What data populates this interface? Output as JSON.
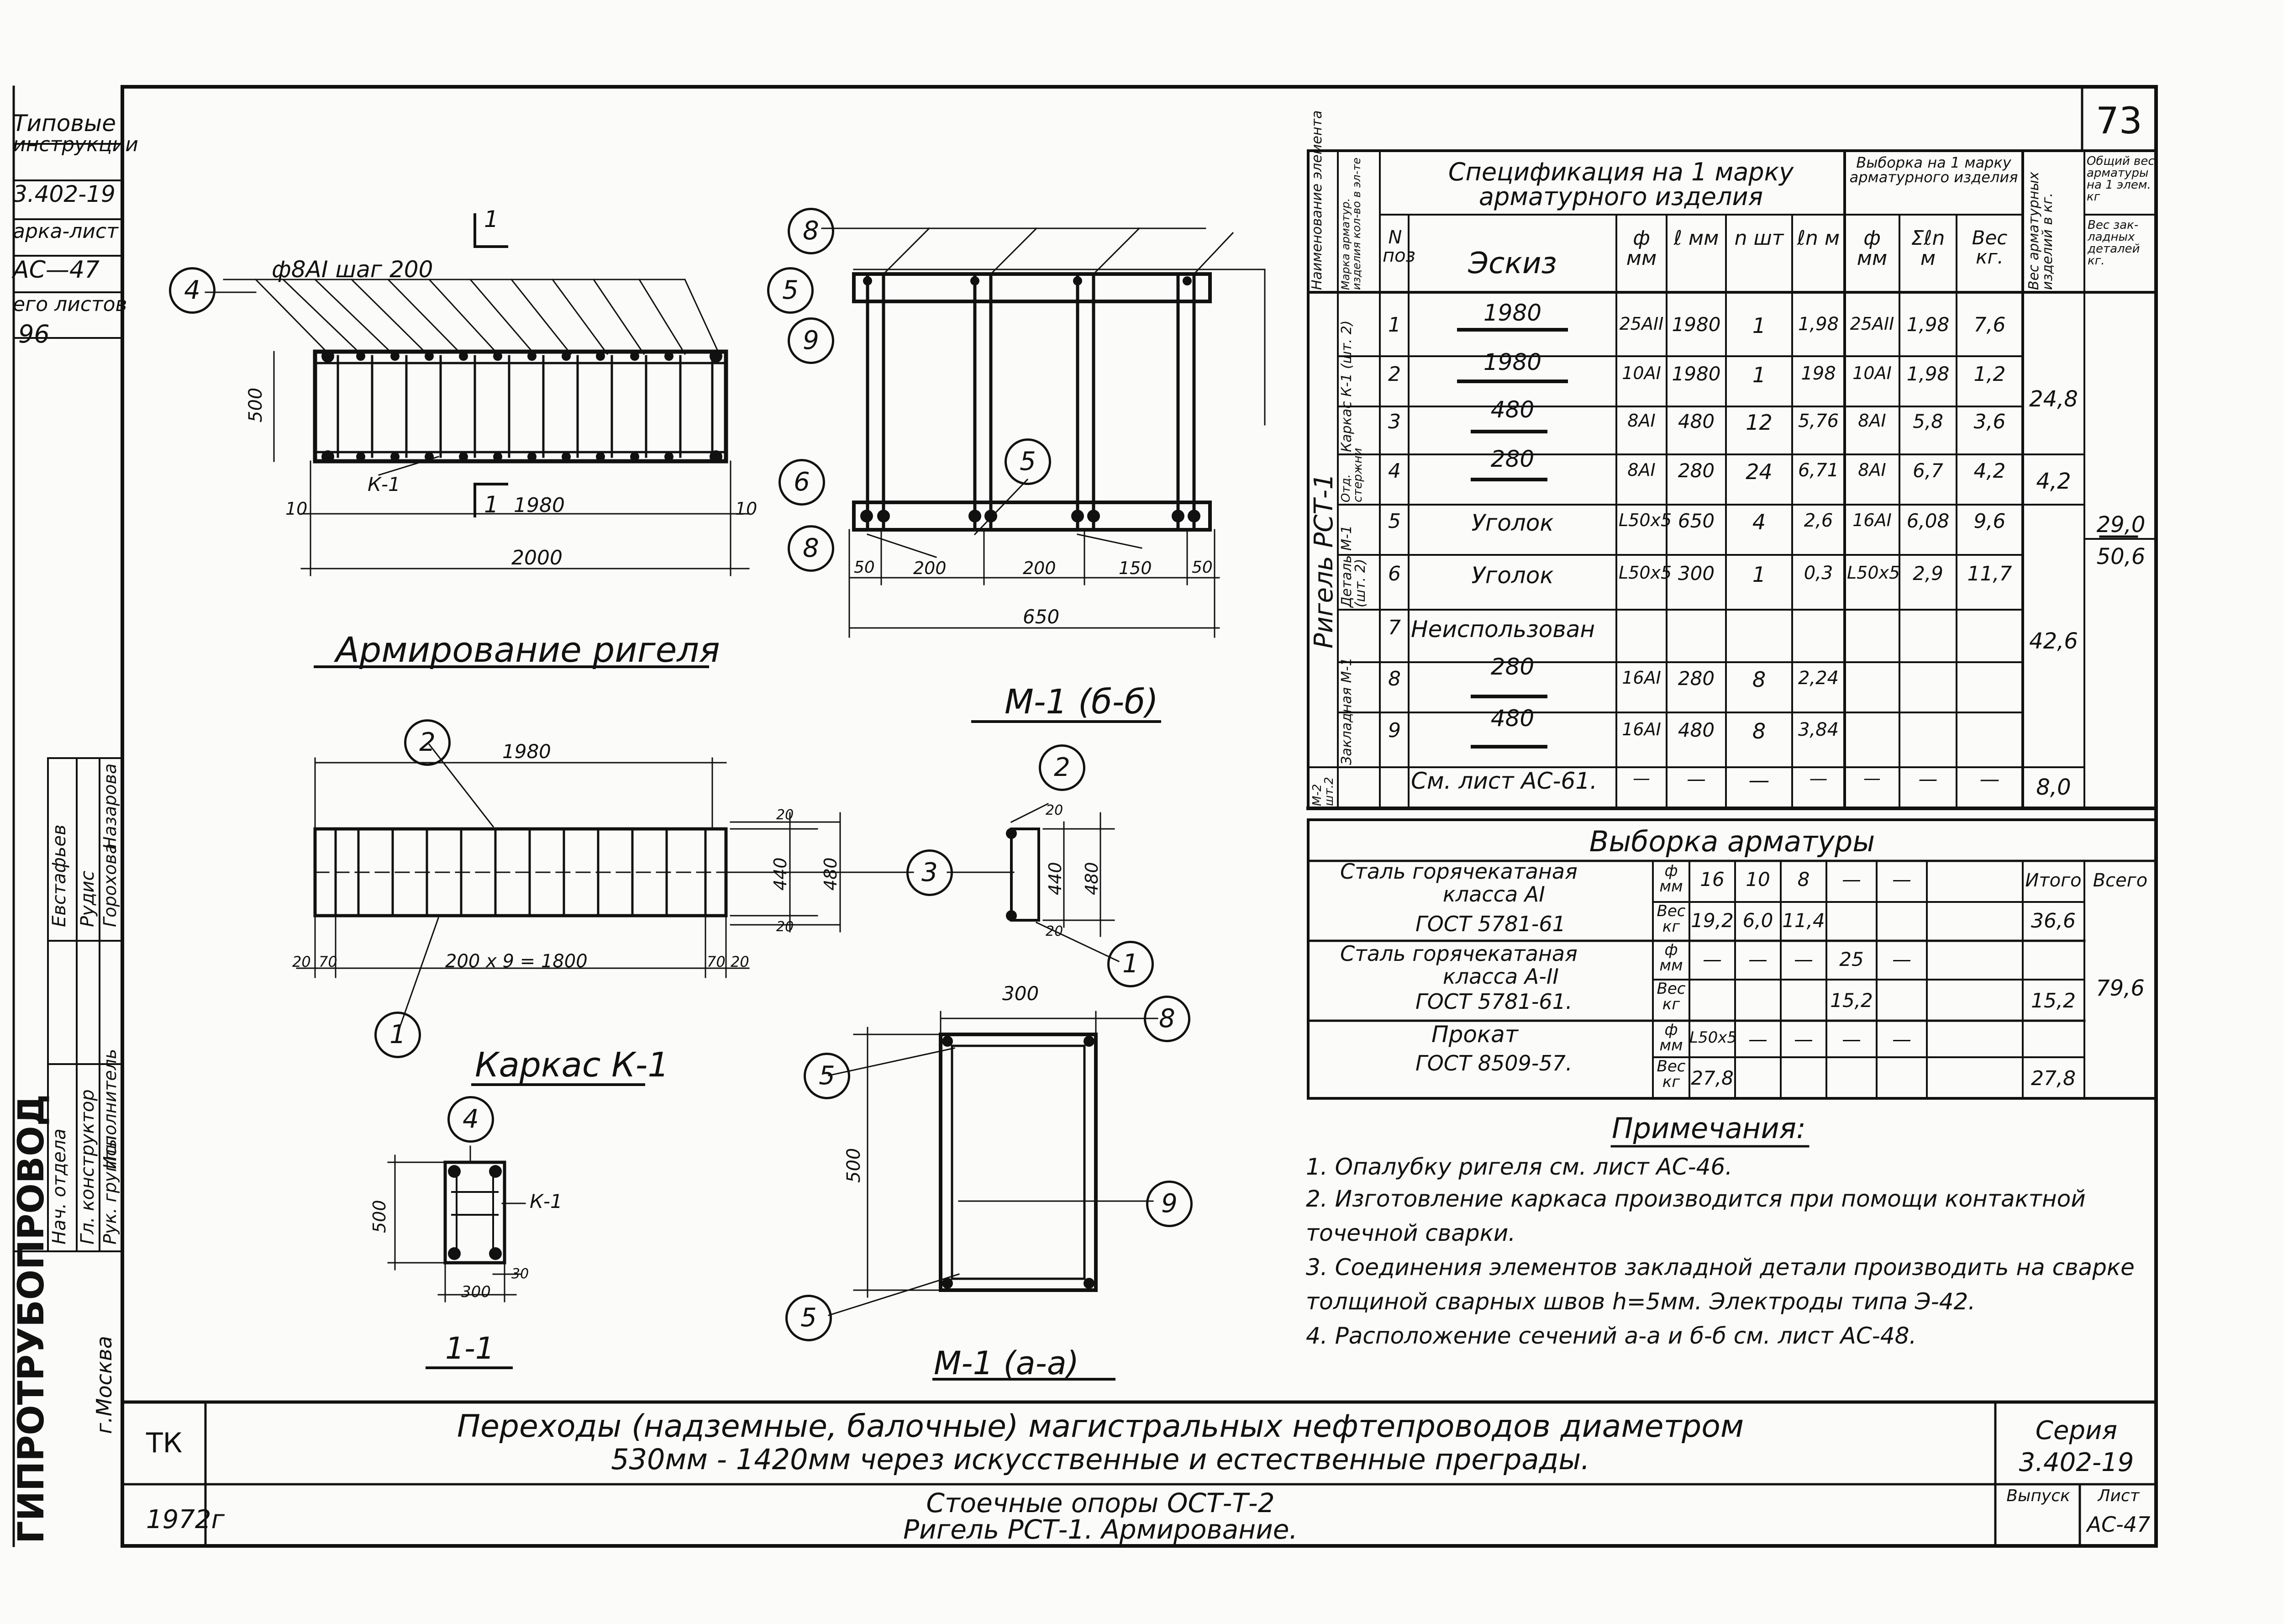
{
  "sheet_number": "73",
  "left_stamp": {
    "l1": "Типовые",
    "l2": "инструкции",
    "l3": "3.402-19",
    "l4": "арка-лист",
    "l5": "АС—47",
    "l6": "его листов",
    "l7": "96"
  },
  "signatures": {
    "roles": [
      "Нач. отдела",
      "Гл. конструктор",
      "Рук. группы",
      "Исполнитель"
    ],
    "names": [
      "Евстафьев",
      "Рудис",
      "Горохова",
      "Назарова"
    ]
  },
  "org_vertical": "ГИПРОТРУБОПРОВОД",
  "city": "г.Москва",
  "drawings": {
    "rebar_note": "ф8АI шаг 200",
    "section_mark": "1",
    "dim_500": "500",
    "dim_10": "10",
    "dim_1980": "1980",
    "dim_2000": "2000",
    "label_k1": "К-1",
    "title_armirovanie": "Армирование ригеля",
    "m1bb": {
      "title": "М-1 (б-б)",
      "d50a": "50",
      "d200a": "200",
      "d200b": "200",
      "d150": "150",
      "d50b": "50",
      "d650": "650"
    },
    "karkas": {
      "title": "Каркас К-1",
      "d1980": "1980",
      "d20": "20",
      "d440": "440",
      "d480": "480",
      "d_20": "20",
      "d20b": "20",
      "d70": "70",
      "dmid": "200 х 9 = 1800",
      "d70b": "70",
      "d20c": "20"
    },
    "sec3": {
      "d20": "20",
      "d440": "440",
      "d480": "480",
      "d20b": "20"
    },
    "sec11": {
      "title": "1-1",
      "d500": "500",
      "dk1": "К-1",
      "d300": "300",
      "d30": "30"
    },
    "m1aa": {
      "title": "М-1 (а-а)",
      "d300": "300",
      "d500": "500"
    },
    "callouts": [
      "1",
      "2",
      "3",
      "4",
      "5",
      "6",
      "8",
      "9"
    ]
  },
  "spec_table": {
    "col_headers": {
      "naim": "Наименование элемента",
      "marka": "Марка арматур. изделия кол-во в эл-те",
      "title": "Спецификация на 1 марку арматурного изделия",
      "vyborka": "Выборка на 1 марку арматурного изделия",
      "ves": "Вес арматурных изделий в кг.",
      "obsh": "Общий вес арматуры на 1 элем. кг",
      "obsh_ves": "Общий вес арматуры изделий в кг.",
      "n_poz": "N поз",
      "eskiz": "Эскиз",
      "phi_mm": "ф мм",
      "l_mm": "ℓ мм",
      "n_sht": "n шт",
      "ln_m": "ℓn м",
      "phi2_mm": "ф мм",
      "sum_ln": "Σℓn м",
      "ves_kg": "Вес кг.",
      "ves_zakl": "Вес зак- ладных деталей кг."
    },
    "group_labels": {
      "rigel": "Ригель РСТ-1",
      "karkas": "Каркас К-1 (шт. 2)",
      "otd": "Отд. стержни",
      "detal": "Деталь М-1 (шт. 2)",
      "zakl": "Закладная М-1",
      "m2": "М-2 шт.2"
    },
    "rows": [
      {
        "poz": "1",
        "eskiz": "1980",
        "phi": "25АII",
        "l": "1980",
        "n": "1",
        "ln": "1,98",
        "phi2": "25АII",
        "sum": "1,98",
        "ves": "7,6"
      },
      {
        "poz": "2",
        "eskiz": "1980",
        "phi": "10АI",
        "l": "1980",
        "n": "1",
        "ln": "198",
        "phi2": "10АI",
        "sum": "1,98",
        "ves": "1,2"
      },
      {
        "poz": "3",
        "eskiz": "480",
        "phi": "8АI",
        "l": "480",
        "n": "12",
        "ln": "5,76",
        "phi2": "8АI",
        "sum": "5,8",
        "ves": "3,6"
      },
      {
        "poz": "4",
        "eskiz": "280",
        "phi": "8АI",
        "l": "280",
        "n": "24",
        "ln": "6,71",
        "phi2": "8АI",
        "sum": "6,7",
        "ves": "4,2"
      },
      {
        "poz": "5",
        "eskiz": "Уголок",
        "phi": "L50х5",
        "l": "650",
        "n": "4",
        "ln": "2,6",
        "phi2": "16АI",
        "sum": "6,08",
        "ves": "9,6"
      },
      {
        "poz": "6",
        "eskiz": "Уголок",
        "phi": "L50х5",
        "l": "300",
        "n": "1",
        "ln": "0,3",
        "phi2": "L50х5",
        "sum": "2,9",
        "ves": "11,7"
      },
      {
        "poz": "7",
        "eskiz": "Неиспользован",
        "phi": "",
        "l": "",
        "n": "",
        "ln": "",
        "phi2": "",
        "sum": "",
        "ves": ""
      },
      {
        "poz": "8",
        "eskiz": "280",
        "phi": "16АI",
        "l": "280",
        "n": "8",
        "ln": "2,24",
        "phi2": "",
        "sum": "",
        "ves": ""
      },
      {
        "poz": "9",
        "eskiz": "480",
        "phi": "16АI",
        "l": "480",
        "n": "8",
        "ln": "3,84",
        "phi2": "",
        "sum": "",
        "ves": ""
      },
      {
        "poz": "",
        "eskiz": "См. лист АС-61.",
        "phi": "—",
        "l": "—",
        "n": "—",
        "ln": "—",
        "phi2": "—",
        "sum": "—",
        "ves": "—"
      }
    ],
    "totals": {
      "k1": "24,8",
      "otd": "4,2",
      "zakl": "42,6",
      "m2": "8,0",
      "obsh_a": "29,0",
      "obsh_b": "50,6"
    }
  },
  "vyborka_table": {
    "title": "Выборка арматуры",
    "steel1": {
      "l1": "Сталь горячекатаная",
      "l2": "класса АI",
      "l3": "ГОСТ 5781-61"
    },
    "steel2": {
      "l1": "Сталь горячекатаная",
      "l2": "класса А-II",
      "l3": "ГОСТ 5781-61."
    },
    "prokat": {
      "l1": "Прокат",
      "l2": "ГОСТ 8509-57."
    },
    "phi_mm": "ф мм",
    "ves_kg": "Вес кг",
    "itogo": "Итого",
    "vsego": "Всего",
    "r1_phi": [
      "16",
      "10",
      "8",
      "—",
      "—"
    ],
    "r1_ves": [
      "19,2",
      "6,0",
      "11,4"
    ],
    "r1_itogo": "36,6",
    "r2_phi": [
      "—",
      "—",
      "—",
      "25",
      "—"
    ],
    "r2_ves": [
      "15,2"
    ],
    "r2_itogo": "15,2",
    "r3_phi": [
      "L50х5",
      "—",
      "—",
      "—",
      "—"
    ],
    "r3_ves": [
      "27,8"
    ],
    "r3_itogo": "27,8",
    "vsego_val": "79,6"
  },
  "notes": {
    "title": "Примечания:",
    "n1": "1. Опалубку ригеля см. лист АС-46.",
    "n2a": "2. Изготовление каркаса производится при помощи контактной",
    "n2b": "точечной сварки.",
    "n3a": "3. Соединения элементов закладной детали производить на сварке",
    "n3b": "толщиной сварных швов h=5мм. Электроды типа Э-42.",
    "n4": "4. Расположение сечений а-а и б-б см. лист АС-48."
  },
  "title_block": {
    "tk": "ТК",
    "year": "1972г",
    "main1": "Переходы (надземные, балочные) магистральных нефтепроводов диаметром",
    "main2": "530мм - 1420мм через искусственные и естественные преграды.",
    "sub1": "Стоечные опоры ОСТ-Т-2",
    "sub2": "Ригель РСТ-1. Армирование.",
    "seriya_label": "Серия",
    "seriya_val": "3.402-19",
    "vypusk": "Выпуск",
    "list_label": "Лист",
    "list_val": "АС-47"
  }
}
